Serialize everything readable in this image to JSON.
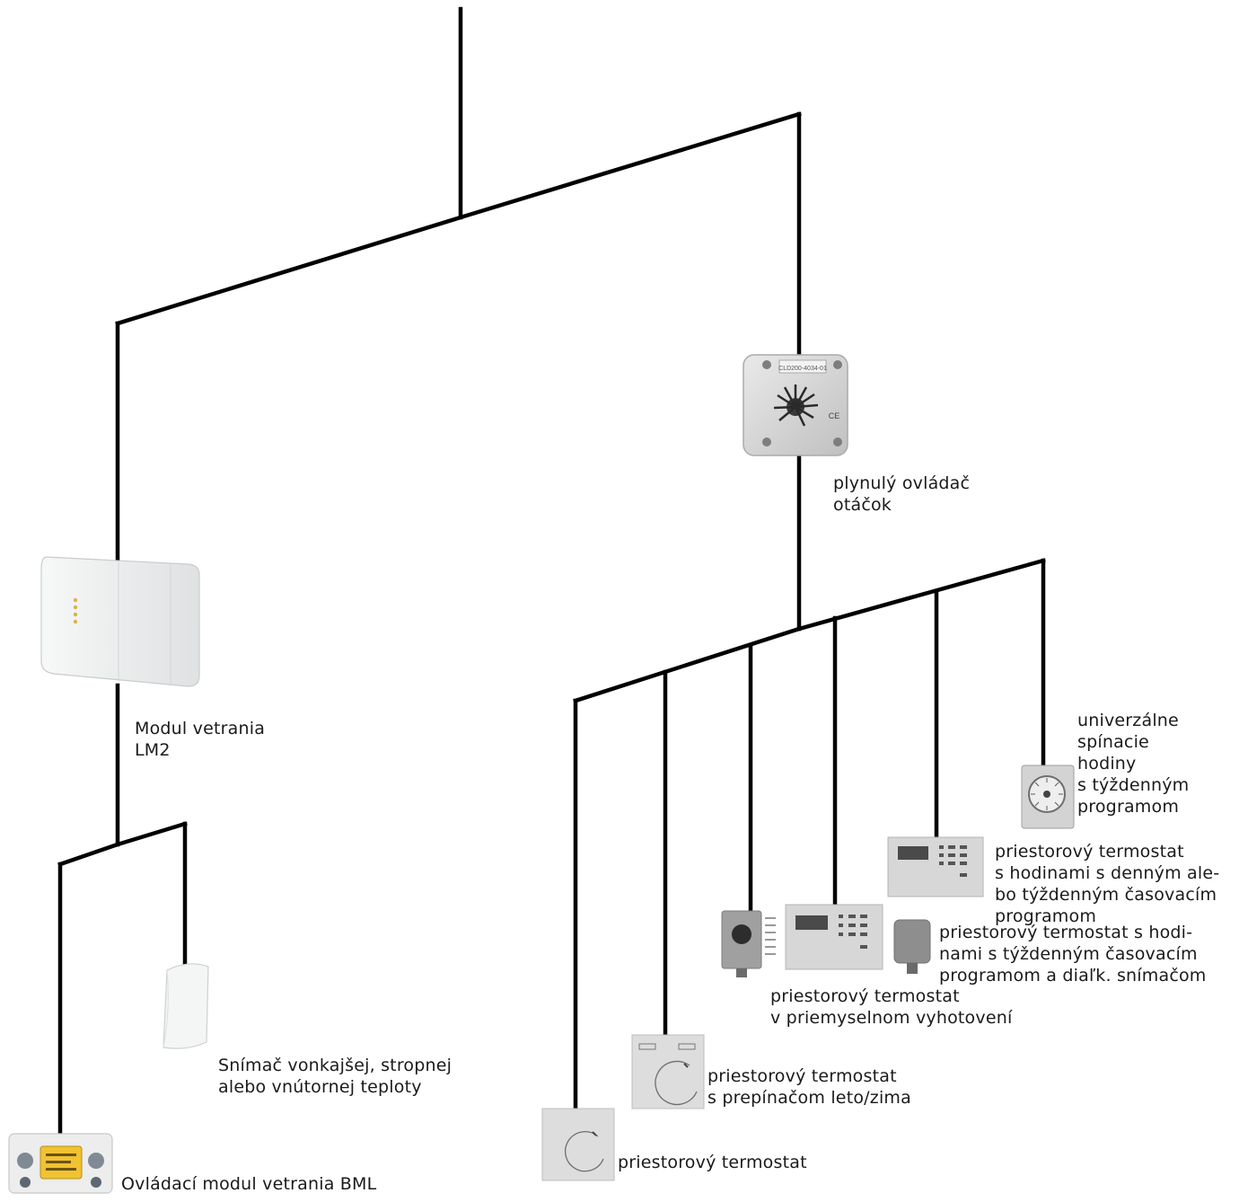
{
  "labels": {
    "speed_controller": "plynulý ovládač\notáčok",
    "lm2_module": "Modul vetrania\nLM2",
    "universal_timer": "univerzálne\nspínacie\nhodiny\ns týždenným\nprogramom",
    "thermostat_clock_daily_weekly": "priestorový termostat\ns hodinami s denným ale-\nbo týždenným časovacím\nprogramom",
    "thermostat_clock_remote_sensor": "priestorový termostat s hodi-\nnami s týždenným časovacím\nprogramom a diaľk. snímačom",
    "thermostat_industrial": "priestorový termostat\nv priemyselnom vyhotovení",
    "thermostat_summer_winter": "priestorový termostat\ns prepínačom leto/zima",
    "thermostat_basic": "priestorový termostat",
    "temperature_sensor": "Snímač vonkajšej, stropnej\nalebo vnútornej teploty",
    "bml_control_module": "Ovládací modul vetrania BML"
  },
  "device_texts": {
    "speed_controller_plate": "CLD200-4034-01",
    "ce_mark": "CE"
  },
  "colors": {
    "line": "#000000",
    "device_gray": "#c8c9c8",
    "device_light": "#e4e5e4",
    "bml_display": "#f1c232"
  }
}
